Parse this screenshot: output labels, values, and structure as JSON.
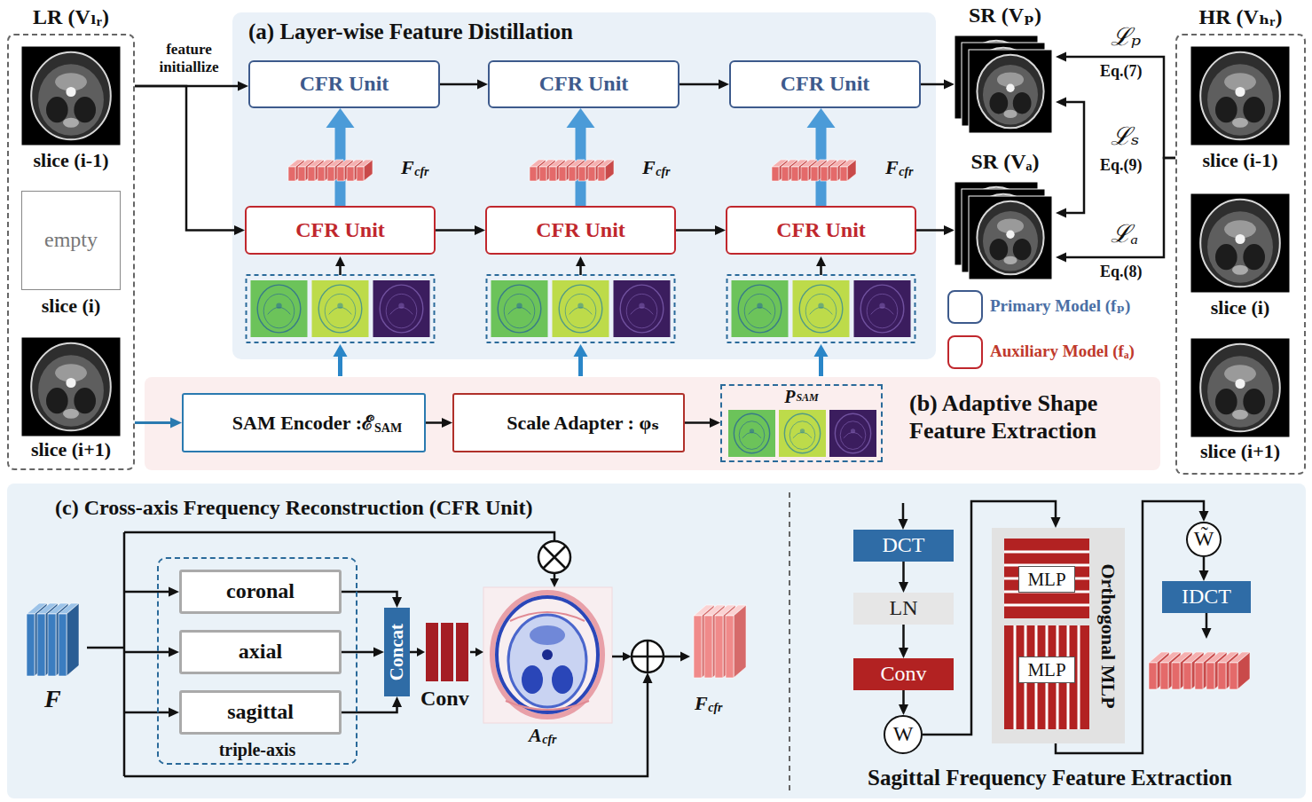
{
  "diagram": {
    "nodes": [
      {
        "text": [
          "LR (Vₗᵣ)"
        ]
      },
      {
        "text": [
          "empty"
        ],
        "in": 0
      },
      {
        "text": [
          "(a) Layer-wise Feature Distillation"
        ]
      },
      {
        "text": [
          "CFR Unit"
        ],
        "in": 2
      },
      {
        "text": [
          "CFR Unit"
        ],
        "in": 2
      },
      {
        "text": [
          "CFR Unit"
        ],
        "in": 2
      },
      {
        "text": [
          "CFR Unit"
        ],
        "in": 2
      },
      {
        "text": [
          "CFR Unit"
        ],
        "in": 2
      },
      {
        "text": [
          "CFR Unit"
        ],
        "in": 2
      },
      {
        "text": [
          "SR (Vₚ)"
        ]
      },
      {
        "text": [
          "SR (Vₐ)"
        ]
      },
      {
        "text": [
          "HR (Vₕᵣ)"
        ]
      },
      {
        "text": [
          "(b) Adaptive Shape Feature Extraction"
        ]
      },
      {
        "text": [
          "SAM Encoder :ℰ",
          "SAM"
        ],
        "in": 12
      },
      {
        "text": [
          "Scale Adapter : φₛ"
        ],
        "in": 12
      },
      {
        "text": [
          "P",
          "SAM"
        ],
        "in": 12
      },
      {
        "text": [
          "(c) Cross-axis Frequency Reconstruction (CFR Unit)"
        ]
      },
      {
        "text": [
          "triple-axis"
        ],
        "in": 16
      },
      {
        "text": [
          "coronal"
        ],
        "in": 17
      },
      {
        "text": [
          "axial"
        ],
        "in": 17
      },
      {
        "text": [
          "sagittal"
        ],
        "in": 17
      },
      {
        "text": [
          "Concat"
        ],
        "in": 16
      },
      {
        "text": [
          "Sagittal Frequency Feature Extraction"
        ]
      },
      {
        "text": [
          "DCT"
        ],
        "in": 22
      },
      {
        "text": [
          "LN"
        ],
        "in": 22
      },
      {
        "text": [
          "Conv"
        ],
        "in": 22
      },
      {
        "text": [
          "W"
        ],
        "in": 22
      },
      {
        "text": [
          "Orthogonal MLP"
        ],
        "in": 22
      },
      {
        "text": [
          "MLP"
        ],
        "in": 27
      },
      {
        "text": [
          "MLP"
        ],
        "in": 27
      },
      {
        "text": [
          "W̃"
        ],
        "in": 22
      },
      {
        "text": [
          "IDCT"
        ],
        "in": 22
      }
    ],
    "edges": [
      {
        "from": 0,
        "to": 3,
        "arrow": "to"
      },
      {
        "from": 0,
        "to": 6,
        "arrow": "to"
      },
      {
        "from": 3,
        "to": 4,
        "arrow": "to"
      },
      {
        "from": 4,
        "to": 5,
        "arrow": "to"
      },
      {
        "from": 5,
        "to": 9,
        "arrow": "to"
      },
      {
        "from": 6,
        "to": 7,
        "arrow": "to"
      },
      {
        "from": 7,
        "to": 8,
        "arrow": "to"
      },
      {
        "from": 8,
        "to": 10,
        "arrow": "to"
      },
      {
        "from": 6,
        "to": 3,
        "arrow": "to"
      },
      {
        "from": 7,
        "to": 4,
        "arrow": "to"
      },
      {
        "from": 8,
        "to": 5,
        "arrow": "to"
      },
      {
        "from": 11,
        "to": 9,
        "arrow": "to"
      },
      {
        "from": 11,
        "to": 10,
        "arrow": "to"
      },
      {
        "from": 9,
        "to": 10,
        "arrow": "both"
      },
      {
        "from": 0,
        "to": 13,
        "arrow": "to"
      },
      {
        "from": 13,
        "to": 14,
        "arrow": "to"
      },
      {
        "from": 14,
        "to": 15,
        "arrow": "to"
      },
      {
        "from": 18,
        "to": 21,
        "arrow": "to"
      },
      {
        "from": 19,
        "to": 21,
        "arrow": "to"
      },
      {
        "from": 20,
        "to": 21,
        "arrow": "to"
      },
      {
        "from": 23,
        "to": 24,
        "arrow": "to"
      },
      {
        "from": 24,
        "to": 25,
        "arrow": "to"
      },
      {
        "from": 25,
        "to": 26,
        "arrow": "to"
      },
      {
        "from": 26,
        "to": 27,
        "arrow": "to"
      },
      {
        "from": 27,
        "to": 30,
        "arrow": "to"
      },
      {
        "from": 30,
        "to": 31,
        "arrow": "to"
      }
    ],
    "labels": [
      "slice (i-1)",
      "slice (i)",
      "slice (i+1)",
      "feature initiallize",
      "F",
      "cfr",
      "F",
      "cfr",
      "F",
      "cfr",
      "ℒₚ",
      "Eq.(7)",
      "ℒₛ",
      "Eq.(9)",
      "ℒₐ",
      "Eq.(8)",
      "slice (i-1)",
      "slice (i)",
      "slice (i+1)",
      "F",
      "Conv",
      "A",
      "cfr",
      "F",
      "cfr"
    ],
    "legend": [
      {
        "text": "Primary Model (fₚ)"
      },
      {
        "text": "Auxiliary Model (fₐ)"
      }
    ]
  }
}
